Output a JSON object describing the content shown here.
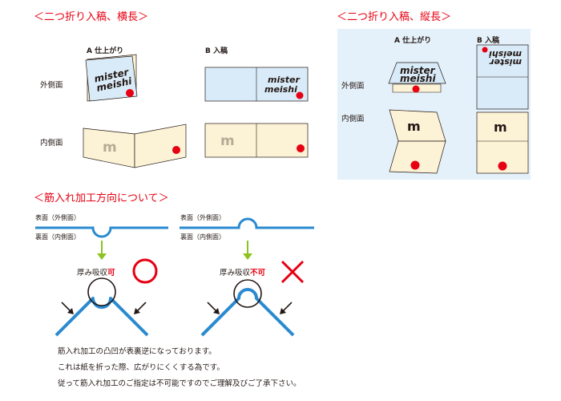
{
  "sections": {
    "landscape": {
      "title": "＜二つ折り入稿、横長＞",
      "col_a": "A 仕上がり",
      "col_b": "B 入稿",
      "row_outer": "外側面",
      "row_inner": "内側面"
    },
    "portrait": {
      "title": "＜二つ折り入稿、縦長＞",
      "col_a": "A 仕上がり",
      "col_b": "B 入稿",
      "row_outer": "外側面",
      "row_inner": "内側面"
    },
    "crease": {
      "title": "＜筋入れ加工方向について＞",
      "left": {
        "surface_front": "表面（外側面）",
        "surface_back": "裏面（内側面）",
        "caption_prefix": "厚み吸収",
        "caption_emph": "可",
        "verdict": "circle"
      },
      "right": {
        "surface_front": "表面（外側面）",
        "surface_back": "裏面（内側面）",
        "caption_prefix": "厚み吸収",
        "caption_emph": "不可",
        "verdict": "cross"
      }
    }
  },
  "logo": {
    "line1": "mister",
    "line2": "meishi",
    "mark": "m"
  },
  "notes": [
    "筋入れ加工の凸凹が表裏逆になっております。",
    "これは紙を折った際、広がりにくくする為です。",
    "従って筋入れ加工のご指定は不可能ですのでご理解及びご了承下さい。"
  ],
  "colors": {
    "accent": "#e60012",
    "outer_face": "#d9ebf8",
    "inner_face": "#fcf2d6",
    "crease_blue": "#2a8ad0",
    "arrow_green": "#8dc21f",
    "portrait_panel": "#e5f1fa"
  }
}
